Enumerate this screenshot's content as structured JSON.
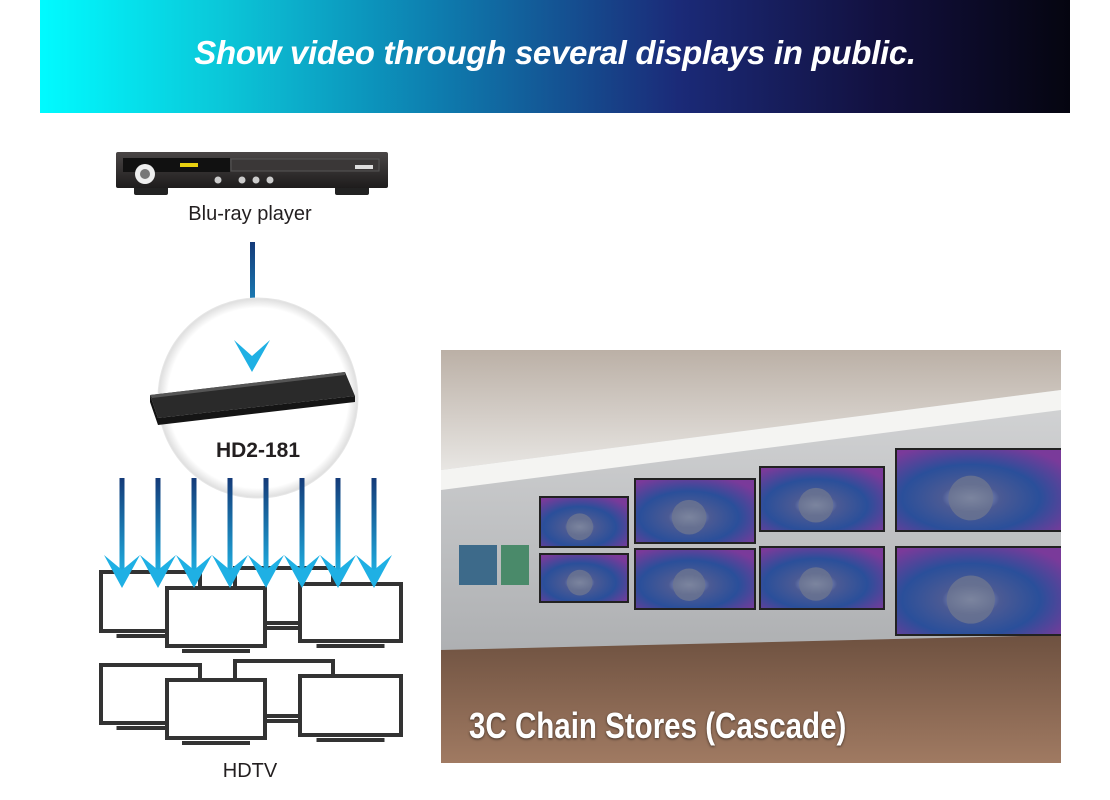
{
  "header": {
    "title": "Show video through several displays in public."
  },
  "diagram": {
    "source_label": "Blu-ray player",
    "device_label": "HD2-181",
    "display_label": "HDTV",
    "output_count": 8
  },
  "photo": {
    "caption": "3C Chain Stores (Cascade)"
  },
  "colors": {
    "arrow_top": "#143a78",
    "arrow_bottom": "#1fb4e6",
    "tv_frame": "#333333"
  }
}
